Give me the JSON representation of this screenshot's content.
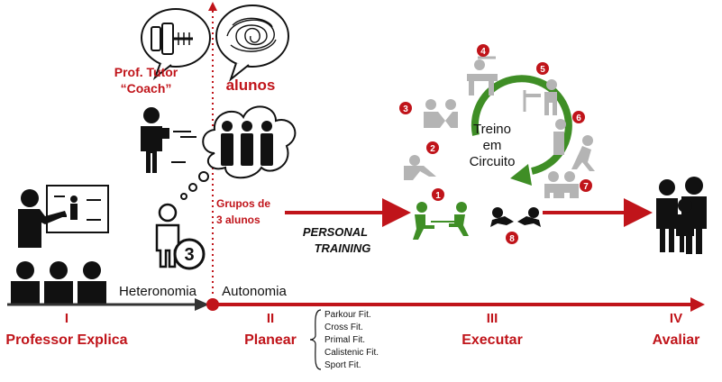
{
  "colors": {
    "red": "#c0141a",
    "dark": "#111111",
    "grey": "#b4b4b4",
    "green": "#3f8e26",
    "timeline_dark": "#333333"
  },
  "coach": {
    "line1": "Prof. Tutor",
    "line2": "“Coach”"
  },
  "students_label": "alunos",
  "groups": {
    "line1": "Grupos de",
    "line2": "3 alunos",
    "badge": "3"
  },
  "circuit": {
    "line1": "Treino",
    "line2": "em",
    "line3": "Circuito"
  },
  "personal": {
    "line1": "PERSONAL",
    "line2": "TRAINING"
  },
  "timeline": {
    "left": "Heteronomia",
    "right": "Autonomia"
  },
  "stations": [
    "1",
    "2",
    "3",
    "4",
    "5",
    "6",
    "7",
    "8"
  ],
  "stages": [
    {
      "numeral": "I",
      "label": "Professor Explica"
    },
    {
      "numeral": "II",
      "label": "Planear"
    },
    {
      "numeral": "III",
      "label": "Executar"
    },
    {
      "numeral": "IV",
      "label": "Avaliar"
    }
  ],
  "fit_list": [
    "Parkour Fit.",
    "Cross Fit.",
    "Primal Fit.",
    "Calistenic Fit.",
    "Sport Fit."
  ]
}
